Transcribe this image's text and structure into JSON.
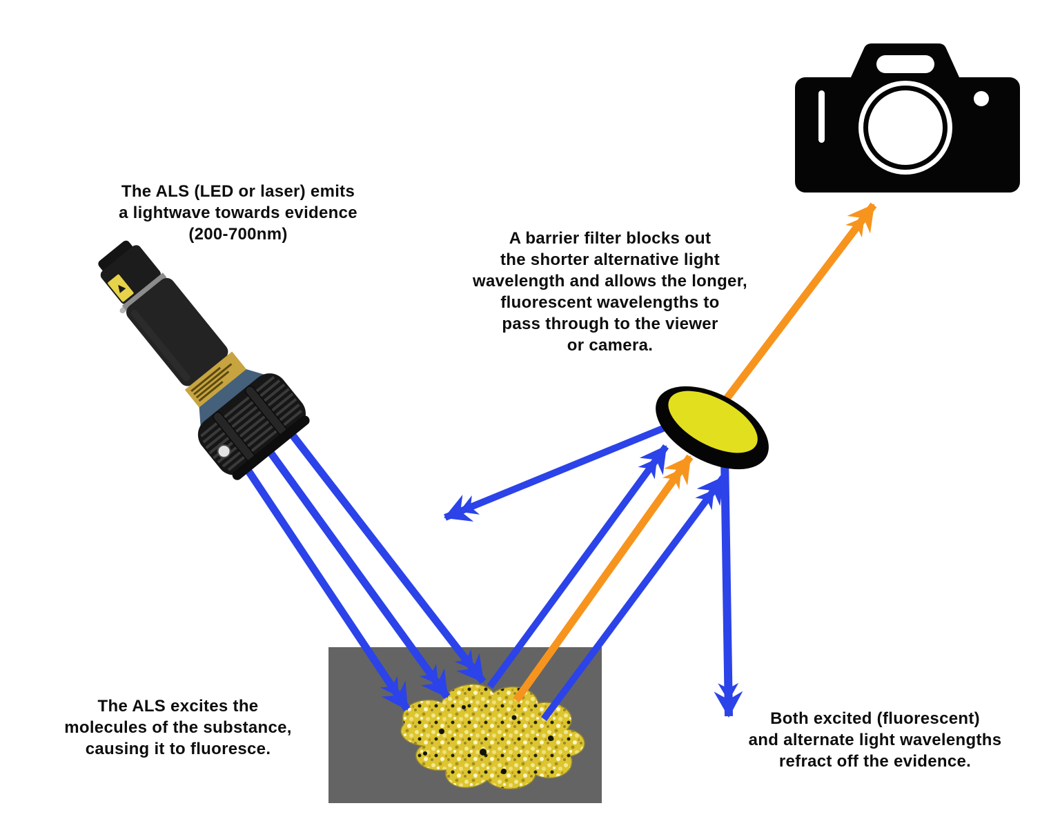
{
  "colors": {
    "arrow_blue": "#2B43E8",
    "arrow_orange": "#F7941E",
    "filter_yellow": "#E2DF1E",
    "surface_gray": "#646464",
    "stain_yellow": "#DCC52F",
    "ink": "#0D0D0D"
  },
  "icons": {
    "camera": "camera-icon",
    "als_device": "als-flashlight-icon",
    "barrier_filter": "barrier-filter-icon",
    "evidence_stain": "evidence-stain-icon"
  },
  "annotations": {
    "als_emission": {
      "lines": [
        "The ALS (LED or laser) emits",
        "a lightwave towards evidence",
        "(200-700nm)"
      ]
    },
    "barrier_filter": {
      "lines": [
        "A barrier filter blocks out",
        "the shorter alternative light",
        "wavelength and allows the longer,",
        "fluorescent wavelengths to",
        "pass through to the viewer",
        "or camera."
      ]
    },
    "excitation": {
      "lines": [
        "The ALS excites the",
        "molecules of the substance,",
        "causing it to fluoresce."
      ]
    },
    "refraction": {
      "lines": [
        "Both excited (fluorescent)",
        "and alternate light wavelengths",
        "refract off the evidence."
      ]
    }
  }
}
